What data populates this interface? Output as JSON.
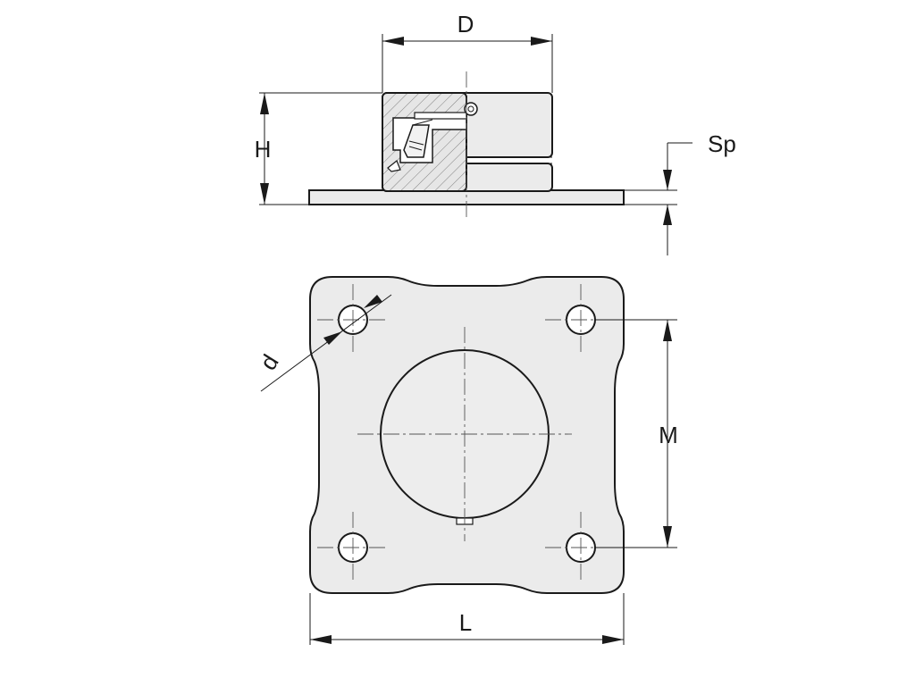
{
  "labels": {
    "diameter_D": "D",
    "height_H": "H",
    "plate_thickness": "Sp",
    "hole_diameter": "d",
    "hole_spacing": "M",
    "plate_length": "L"
  }
}
